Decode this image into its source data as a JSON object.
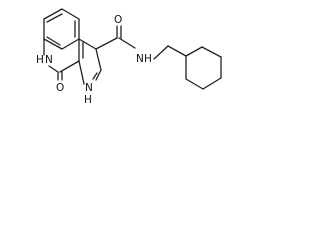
{
  "molecule": {
    "atoms": {
      "n_pyrrole_h": "N",
      "h_pyrrole": "H",
      "n_quinolinone_h": "N",
      "h_quinolinone": "H",
      "o_lactam": "O",
      "o_amide": "O",
      "n_amide_h": "N",
      "h_amide": "H"
    }
  }
}
